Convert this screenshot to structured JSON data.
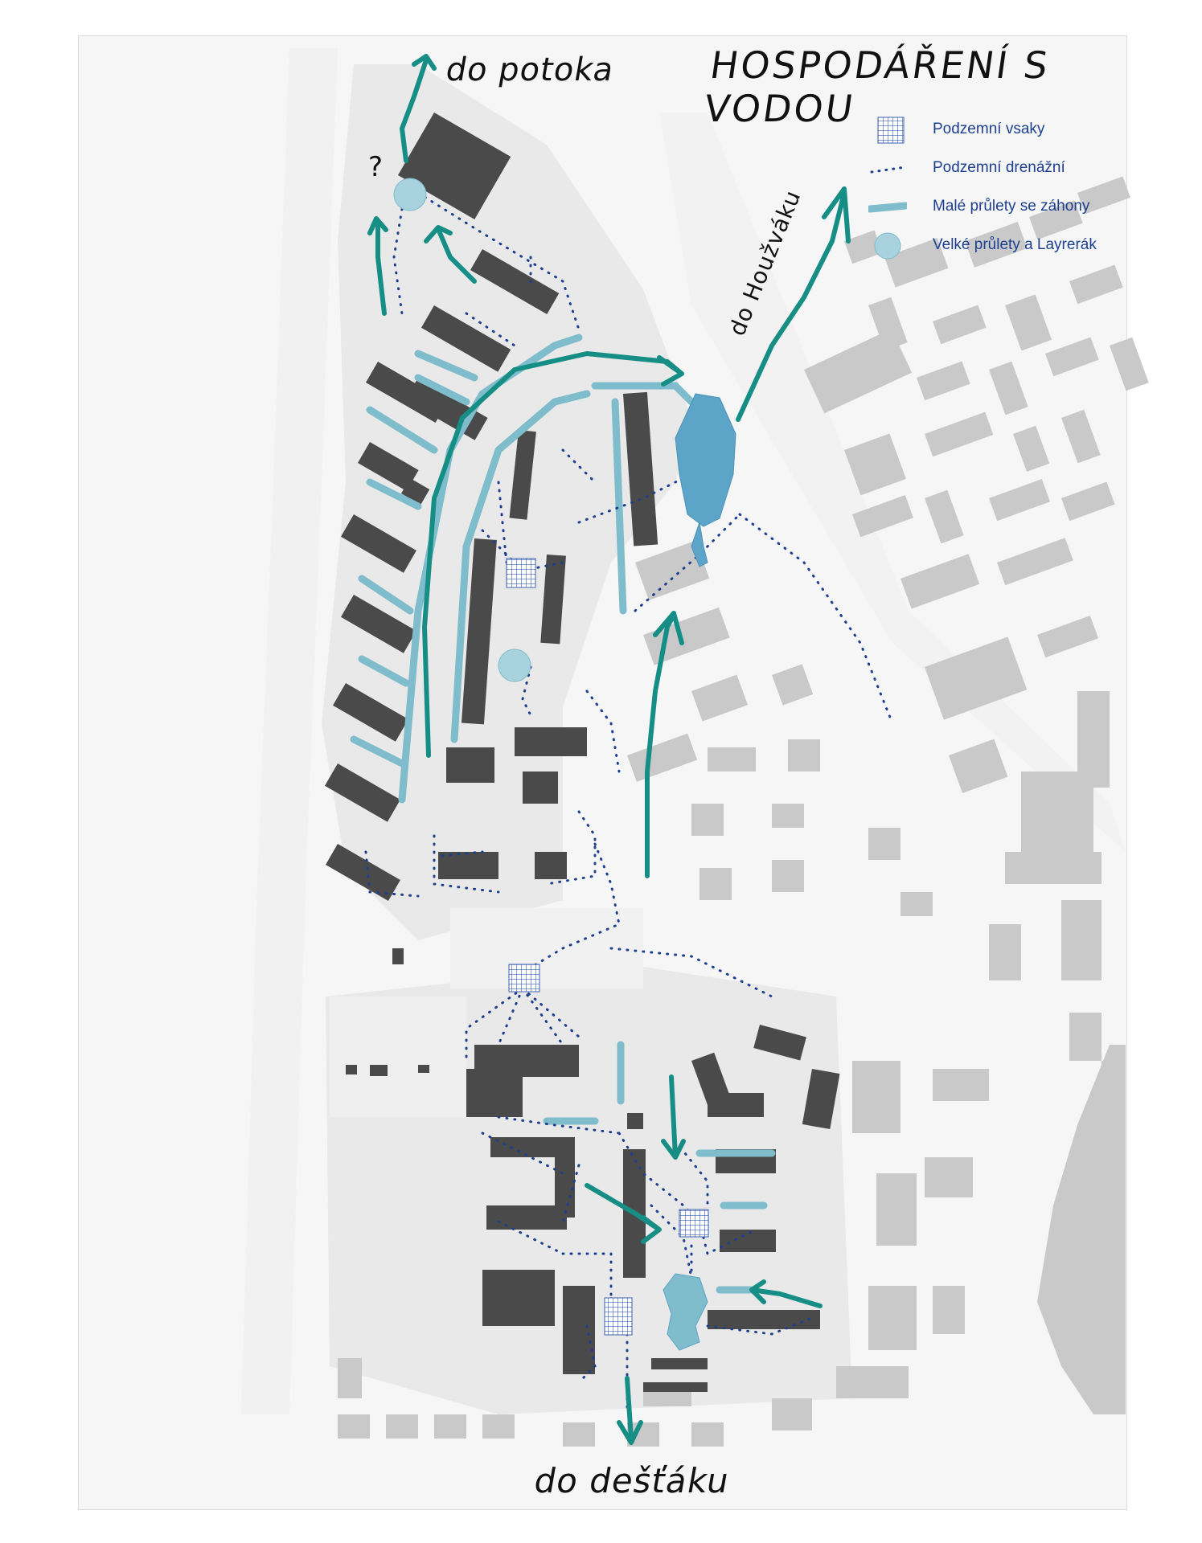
{
  "title": "HOSPODÁŘENÍ S VODOU",
  "flow_labels": {
    "creek": "do potoka",
    "houzvak": "do Houžváku",
    "rain_sewer": "do dešťáku",
    "question_mark": "?"
  },
  "legend": {
    "items": [
      {
        "label": "Podzemní vsaky",
        "icon": "grid-square-icon"
      },
      {
        "label": "Podzemní drenážní",
        "icon": "dotted-line-icon"
      },
      {
        "label": "Malé průlety se záhony",
        "icon": "swale-stroke-icon"
      },
      {
        "label": "Velké průlety a Layrerák",
        "icon": "large-pond-icon"
      }
    ]
  },
  "colors": {
    "building_dark": "#4a4a4a",
    "building_grey": "#c8c8c8",
    "drainage_blue": "#1d3f8f",
    "swale_blue": "#7fbccc",
    "pond_blue": "#5da5c8",
    "arrow_teal": "#168e86",
    "ground": "#e7e7e7"
  }
}
